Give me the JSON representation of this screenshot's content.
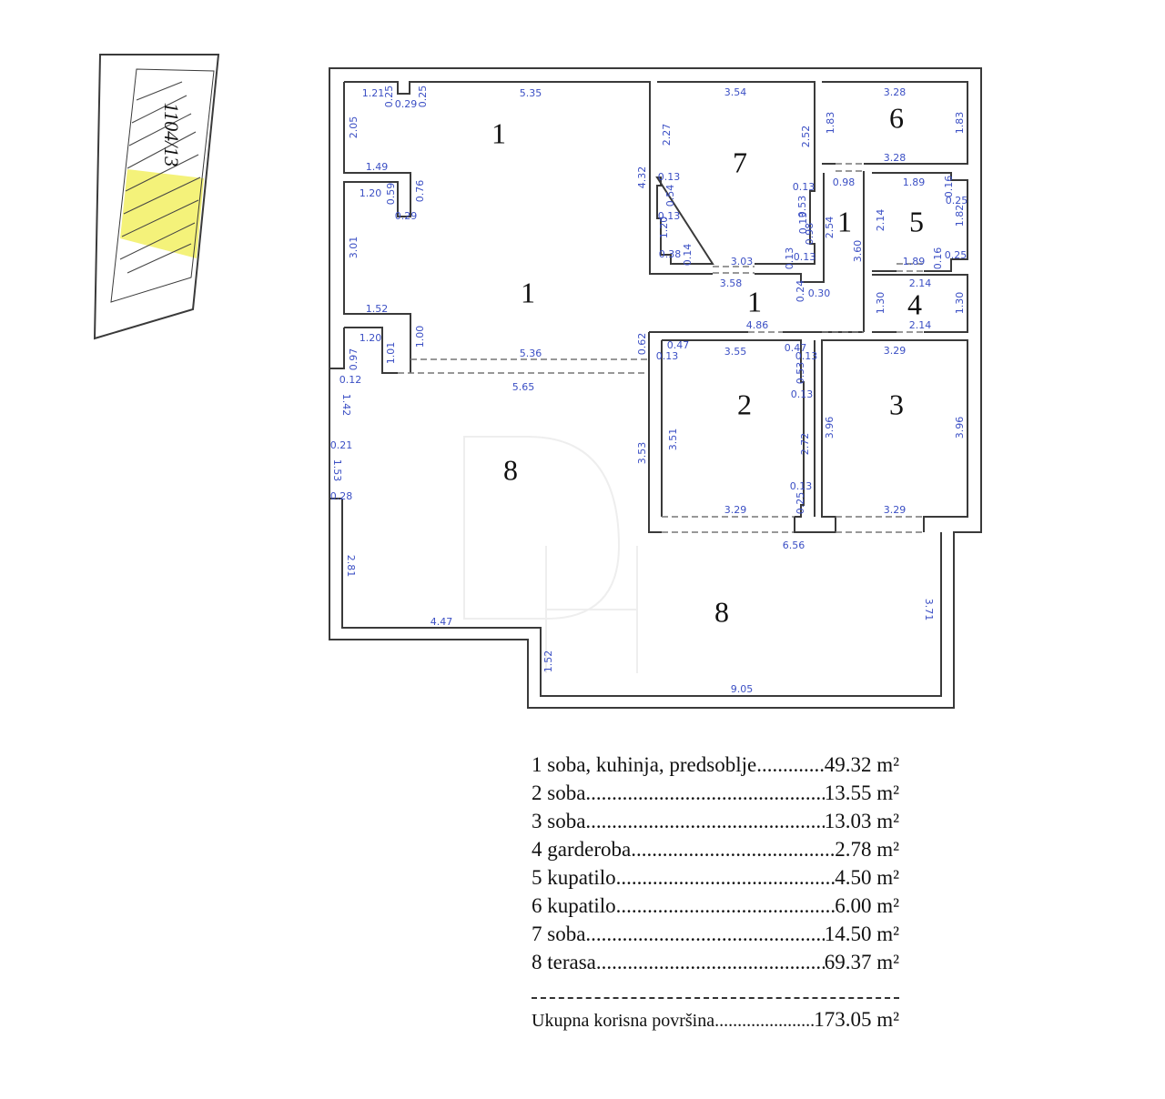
{
  "key_plan": {
    "parcel_label": "1104/13",
    "highlight_color": "#f4f27a"
  },
  "watermark": "DH",
  "room_numbers": [
    "1",
    "1",
    "7",
    "6",
    "1",
    "5",
    "1",
    "4",
    "2",
    "3",
    "8",
    "8"
  ],
  "dimensions": [
    "1.21",
    "0.25",
    "0.29",
    "0.25",
    "5.35",
    "2.05",
    "1.49",
    "1.20",
    "0.59",
    "0.76",
    "0.29",
    "3.01",
    "1.52",
    "1.20",
    "1.00",
    "0.97",
    "1.01",
    "5.36",
    "5.65",
    "0.62",
    "4.32",
    "0.12",
    "1.42",
    "0.21",
    "1.53",
    "0.28",
    "2.81",
    "4.47",
    "1.52",
    "9.05",
    "3.71",
    "6.56",
    "3.53",
    "3.51",
    "3.55",
    "0.47",
    "0.13",
    "0.47",
    "0.13",
    "0.53",
    "0.13",
    "2.72",
    "0.13",
    "0.25",
    "3.29",
    "3.96",
    "3.96",
    "3.29",
    "3.29",
    "3.54",
    "2.27",
    "2.52",
    "0.13",
    "0.54",
    "0.13",
    "1.20",
    "0.38",
    "0.14",
    "3.03",
    "0.13",
    "0.13",
    "0.53",
    "0.13",
    "0.98",
    "0.13",
    "3.58",
    "0.24",
    "0.30",
    "4.86",
    "3.28",
    "1.83",
    "1.83",
    "3.28",
    "0.98",
    "2.54",
    "3.60",
    "1.89",
    "0.16",
    "0.25",
    "1.82",
    "2.14",
    "1.89",
    "0.16",
    "0.25",
    "2.14",
    "1.30",
    "1.30",
    "2.14"
  ],
  "legend": {
    "items": [
      {
        "label": "1 soba, kuhinja, predsoblje",
        "area": "49.32 m²"
      },
      {
        "label": "2 soba",
        "area": "13.55 m²"
      },
      {
        "label": "3 soba",
        "area": "13.03 m²"
      },
      {
        "label": "4 garderoba",
        "area": "2.78 m²"
      },
      {
        "label": "5 kupatilo",
        "area": "4.50 m²"
      },
      {
        "label": "6 kupatilo",
        "area": "6.00 m²"
      },
      {
        "label": "7 soba",
        "area": "14.50 m²"
      },
      {
        "label": "8 terasa",
        "area": "69.37 m²"
      }
    ],
    "total_label": "Ukupna korisna površina",
    "total_area": "173.05 m²"
  },
  "colors": {
    "walls": "#3a3a3a",
    "dimensions": "#3b4fc4",
    "highlight": "#f4f27a"
  }
}
